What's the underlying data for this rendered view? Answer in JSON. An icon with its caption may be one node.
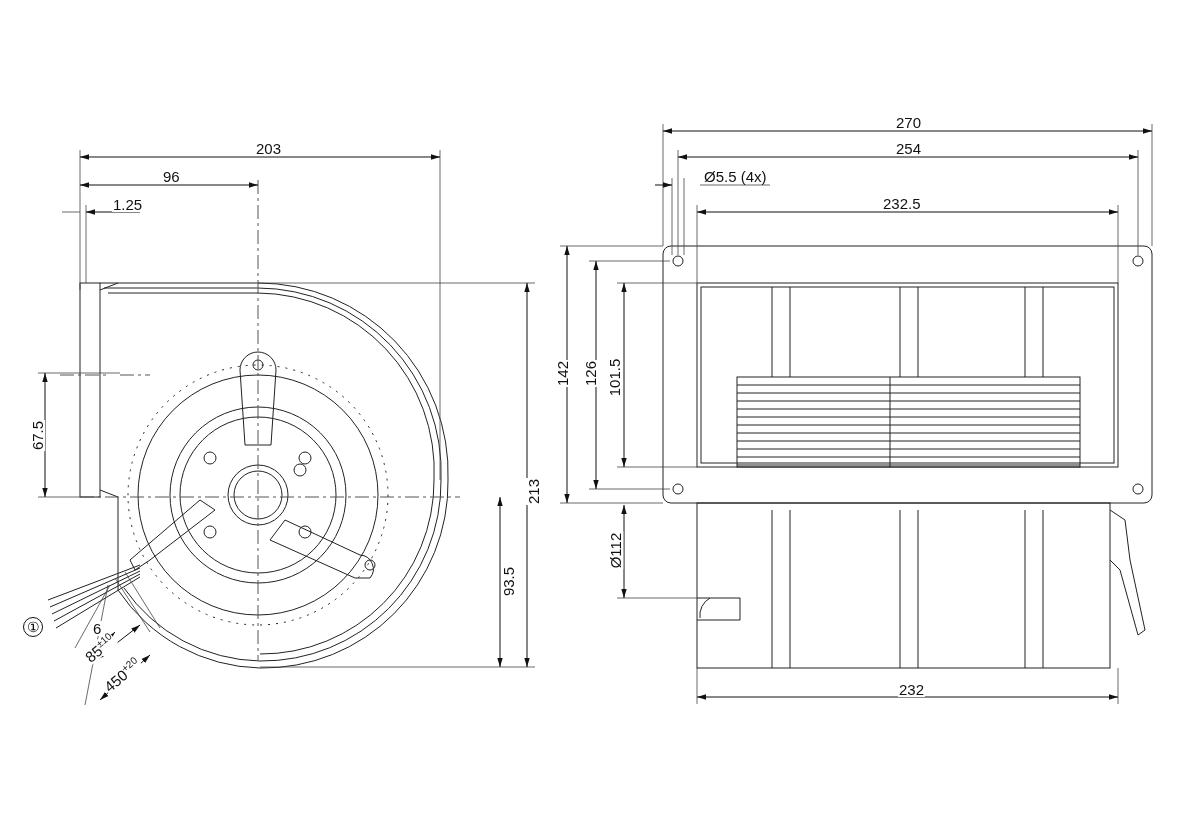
{
  "diagram": {
    "labels": [
      "203",
      "96",
      "1.25",
      "67.5",
      "213",
      "93.5",
      "①",
      "6",
      "85$^{±10}$",
      "450$^{+20}$",
      "270",
      "254",
      "Ø5.5 (4x)",
      "232.5",
      "142",
      "126",
      "101.5",
      "Ø112",
      "232"
    ]
  }
}
